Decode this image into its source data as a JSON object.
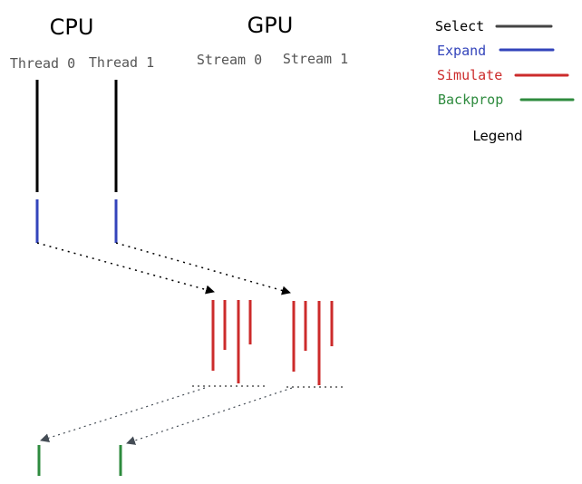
{
  "headers": {
    "cpu": "CPU",
    "gpu": "GPU"
  },
  "columns": {
    "thread0": "Thread 0",
    "thread1": "Thread 1",
    "stream0": "Stream 0",
    "stream1": "Stream 1"
  },
  "legend": {
    "title": "Legend",
    "items": [
      {
        "label": "Select",
        "color": "#444444"
      },
      {
        "label": "Expand",
        "color": "#3344bb"
      },
      {
        "label": "Simulate",
        "color": "#cc2b2b"
      },
      {
        "label": "Backprop",
        "color": "#2e8b3e"
      }
    ]
  },
  "colors": {
    "select": "#000000",
    "expand": "#3344bb",
    "simulate": "#cc2b2b",
    "backprop": "#2e8b3e",
    "arrow_cpu_to_gpu": "#000000",
    "arrow_gpu_to_cpu": "#444c55"
  }
}
